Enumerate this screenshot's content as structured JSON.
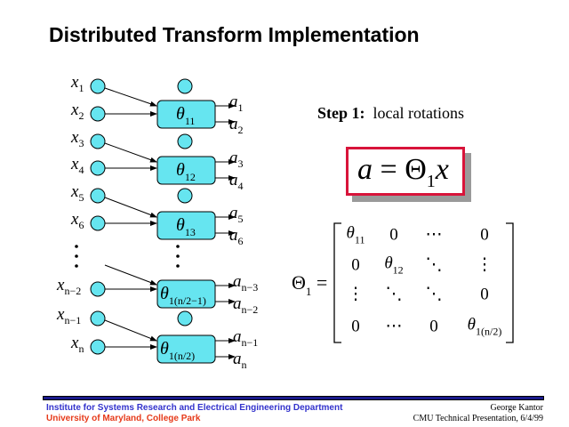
{
  "title": "Distributed Transform Implementation",
  "colors": {
    "node": "#66e5f0",
    "box": "#66e5f0",
    "eq_border": "#d8143a",
    "footer_blue": "#3333cc",
    "footer_red": "#e63a1a"
  },
  "diagram": {
    "inputs": [
      {
        "v": "x",
        "s": "1"
      },
      {
        "v": "x",
        "s": "2"
      },
      {
        "v": "x",
        "s": "3"
      },
      {
        "v": "x",
        "s": "4"
      },
      {
        "v": "x",
        "s": "5"
      },
      {
        "v": "x",
        "s": "6"
      },
      {
        "v": "x",
        "s": "n−2"
      },
      {
        "v": "x",
        "s": "n−1"
      },
      {
        "v": "x",
        "s": "n"
      }
    ],
    "blocks": [
      {
        "v": "θ",
        "s": "11"
      },
      {
        "v": "θ",
        "s": "12"
      },
      {
        "v": "θ",
        "s": "13"
      },
      {
        "v": "θ",
        "s": "1(n/2−1)"
      },
      {
        "v": "θ",
        "s": "1(n/2)"
      }
    ],
    "outputs": [
      {
        "v": "a",
        "s": "1"
      },
      {
        "v": "a",
        "s": "2"
      },
      {
        "v": "a",
        "s": "3"
      },
      {
        "v": "a",
        "s": "4"
      },
      {
        "v": "a",
        "s": "5"
      },
      {
        "v": "a",
        "s": "6"
      },
      {
        "v": "a",
        "s": "n−3"
      },
      {
        "v": "a",
        "s": "n−2"
      },
      {
        "v": "a",
        "s": "n−1"
      },
      {
        "v": "a",
        "s": "n"
      }
    ]
  },
  "step": {
    "label": "Step 1:",
    "text": "local rotations"
  },
  "equation": {
    "lhs": "a",
    "eq": "=",
    "op": "Θ",
    "sub": "1",
    "rhs": "x"
  },
  "matrix": {
    "name": "Θ",
    "sub": "1",
    "eq": "=",
    "cells": [
      [
        {
          "v": "θ",
          "s": "11"
        },
        {
          "v": "0"
        },
        {
          "v": "⋯"
        },
        {
          "v": "0"
        }
      ],
      [
        {
          "v": "0"
        },
        {
          "v": "θ",
          "s": "12"
        },
        {
          "v": "⋱"
        },
        {
          "v": "⋮"
        }
      ],
      [
        {
          "v": "⋮"
        },
        {
          "v": "⋱"
        },
        {
          "v": "⋱"
        },
        {
          "v": "0"
        }
      ],
      [
        {
          "v": "0"
        },
        {
          "v": "⋯"
        },
        {
          "v": "0"
        },
        {
          "v": "θ",
          "s": "1(n/2)"
        }
      ]
    ]
  },
  "footer": {
    "institute": "Institute for Systems Research and Electrical Engineering Department",
    "university": "University of Maryland, College Park",
    "author": "George Kantor",
    "event": "CMU Technical Presentation, 6/4/99"
  }
}
